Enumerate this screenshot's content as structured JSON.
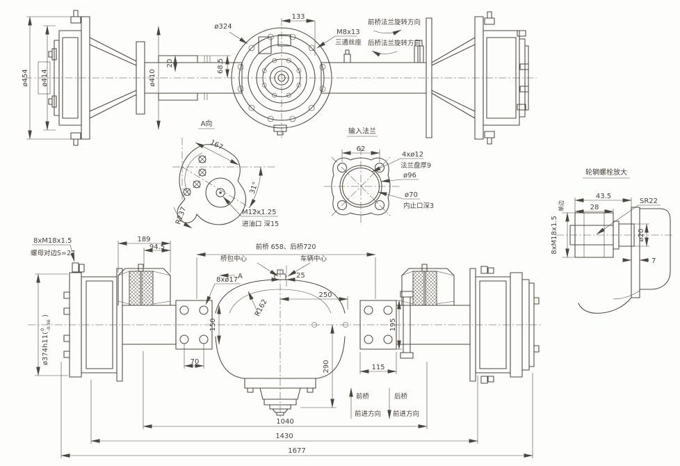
{
  "colors": {
    "ink": "#4c463f",
    "background": "#fdfdfb"
  },
  "front": {
    "d454": "ø454",
    "d414": "ø414",
    "d410": "ø410",
    "d20": "20",
    "d685": "68.5",
    "d324": "ø324",
    "d133": "133",
    "m8": "M8x13",
    "m8note": "三通丝座",
    "rotF": "前桥法兰旋转方向",
    "rotR": "后桥法兰旋转方向"
  },
  "viewA": {
    "label": "A向",
    "d167": "167",
    "a31": "31°",
    "r237": "R237",
    "m12": "M12x1.25",
    "note": "进油口 深15"
  },
  "inflange": {
    "label": "输入法兰",
    "d62": "62",
    "holes": "4xø12",
    "holesNote": "法兰盘厚9",
    "d96": "ø96",
    "d70": "ø70",
    "d70note": "内止口深3"
  },
  "bolt": {
    "label": "轮辋螺栓放大",
    "thread": "8xM18x1.5",
    "threadNote": "单边",
    "d435": "43.5",
    "d28": "28",
    "sr22": "SR22",
    "d20": "ø20",
    "d7": "7"
  },
  "plan": {
    "studs": "8xM18x1.5",
    "studsNote": "螺母对边S=27",
    "d374": "ø374h11(",
    "d374hi": "0",
    "d374lo": "-0.36",
    "d374end": ")",
    "d189": "189",
    "d945": "94.5",
    "secA": "A",
    "holes17": "8xø17",
    "springSpan": "前桥 658、后桥720",
    "axleCenter": "桥包中心",
    "vehCenter": "车辆中心",
    "d25": "25",
    "r162": "R162",
    "d250": "250",
    "d150": "150",
    "d70": "70",
    "d290": "290",
    "d115": "115",
    "d195": "195",
    "frontAxle": "前桥",
    "frontDir": "前进方向",
    "rearAxle": "后桥",
    "rearDir": "前进方向",
    "d1040": "1040",
    "d1430": "1430",
    "d1677": "1677"
  }
}
